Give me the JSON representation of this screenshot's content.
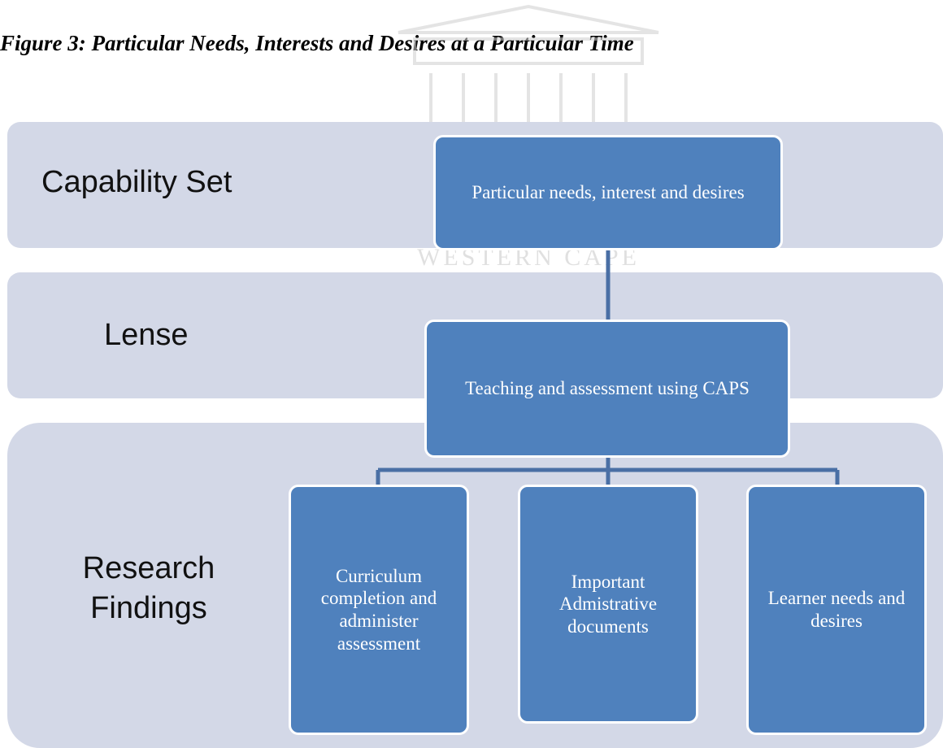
{
  "caption": "Figure  3: Particular Needs, Interests and Desires at a Particular Time",
  "watermark_text": "WESTERN CAPE",
  "colors": {
    "band": "#d3d8e7",
    "node": "#4f81bd",
    "connector": "#4a6fa5"
  },
  "bands": {
    "capability_label": "Capability Set",
    "lense_label": "Lense",
    "findings_label": "Research Findings"
  },
  "nodes": {
    "top": "Particular needs, interest and desires",
    "middle": "Teaching and assessment using CAPS",
    "children": [
      "Curriculum completion and administer assessment",
      "Important Admistrative documents",
      "Learner needs and desires"
    ]
  }
}
